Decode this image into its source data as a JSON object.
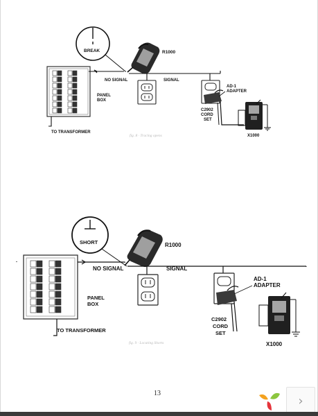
{
  "diagram_top": {
    "break_label": "BREAK",
    "tracer_label": "R1000",
    "no_signal_label": "NO SIGNAL",
    "signal_label": "SIGNAL",
    "panel_label_1": "PANEL",
    "panel_label_2": "BOX",
    "adapter_label_1": "AD-1",
    "adapter_label_2": "ADAPTER",
    "cord_label_1": "C2902",
    "cord_label_2": "CORD",
    "cord_label_3": "SET",
    "transmitter_label": "X1000",
    "transformer_label": "TO TRANSFORMER",
    "caption": "fig. 8 · Tracing opens"
  },
  "diagram_bottom": {
    "short_label": "SHORT",
    "tracer_label": "R1000",
    "no_signal_label": "NO SIGNAL",
    "signal_label": "SIGNAL",
    "panel_label_1": "PANEL",
    "panel_label_2": "BOX",
    "adapter_label_1": "AD-1",
    "adapter_label_2": "ADAPTER",
    "cord_label_1": "C2902",
    "cord_label_2": "CORD",
    "cord_label_3": "SET",
    "transmitter_label": "X1000",
    "transformer_label": "TO TRANSFORMER",
    "caption": "fig. 9 · Locating Shorts"
  },
  "page_number": "13",
  "nav": {
    "next_icon": "chevron-right-icon"
  },
  "logo": {
    "name": "app-logo-icon"
  },
  "colors": {
    "line": "#111111",
    "caption": "#b8b8b8",
    "bottom_bar": "#3a3a3a"
  }
}
